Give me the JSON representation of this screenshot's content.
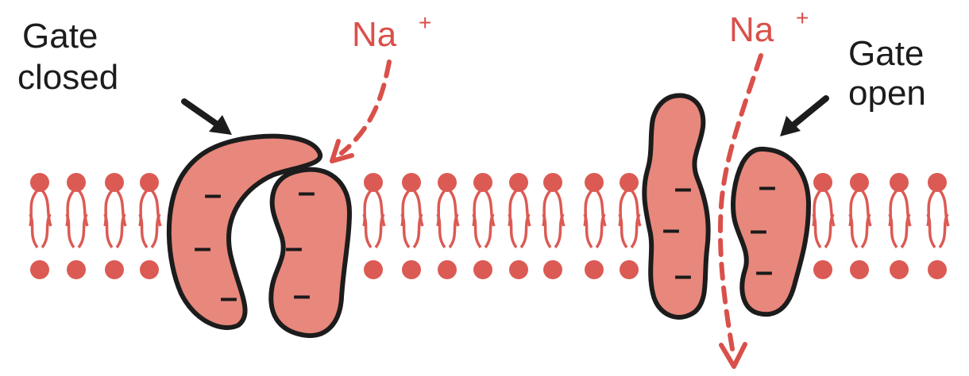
{
  "labels": {
    "gate_closed_line1": "Gate",
    "gate_closed_line2": "closed",
    "gate_open_line1": "Gate",
    "gate_open_line2": "open",
    "ion_left": "Na",
    "ion_right": "Na",
    "ion_charge": "+"
  },
  "charges": {
    "symbol": "–"
  },
  "colors": {
    "membrane": "#dc5a54",
    "channel_fill": "#e8877c",
    "channel_outline": "#1c1c1c",
    "ion_text": "#d9504a",
    "label_text": "#1c1c1c"
  }
}
